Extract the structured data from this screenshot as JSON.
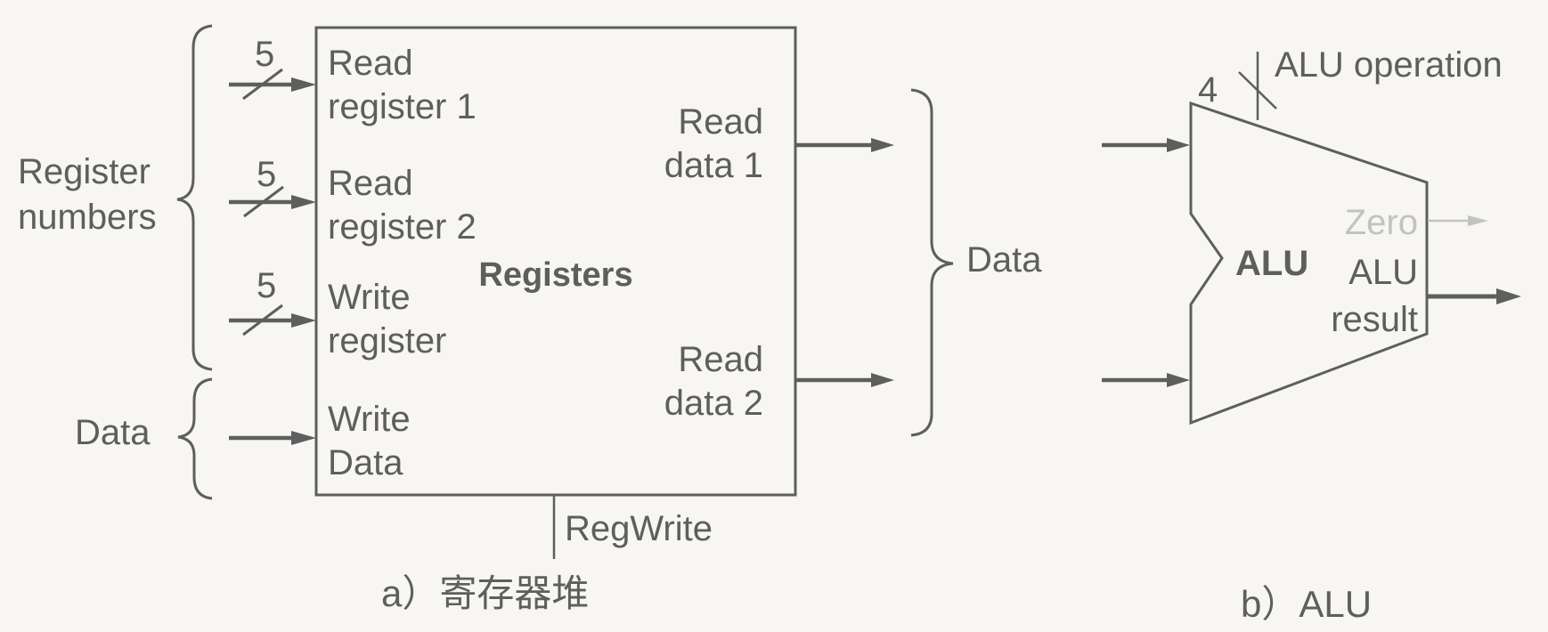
{
  "colors": {
    "stroke": "#5e5e5e",
    "muted": "#c2c2c2",
    "background": "#f7f6f3"
  },
  "register_file": {
    "title": "Registers",
    "bus_width": "5",
    "input_group": {
      "line1": "Register",
      "line2": "numbers"
    },
    "data_group_label": "Data",
    "ports": {
      "read_register_1": {
        "line1": "Read",
        "line2": "register 1"
      },
      "read_register_2": {
        "line1": "Read",
        "line2": "register 2"
      },
      "write_register": {
        "line1": "Write",
        "line2": "register"
      },
      "write_data": {
        "line1": "Write",
        "line2": "Data"
      },
      "read_data_1": {
        "line1": "Read",
        "line2": "data 1"
      },
      "read_data_2": {
        "line1": "Read",
        "line2": "data 2"
      }
    },
    "control_signal": "RegWrite",
    "output_group_label": "Data",
    "caption": "a）寄存器堆"
  },
  "alu": {
    "title": "ALU",
    "operation": {
      "label": "ALU operation",
      "width": "4"
    },
    "zero_label": "Zero",
    "result": {
      "line1": "ALU",
      "line2": "result"
    },
    "caption": "b）ALU"
  }
}
